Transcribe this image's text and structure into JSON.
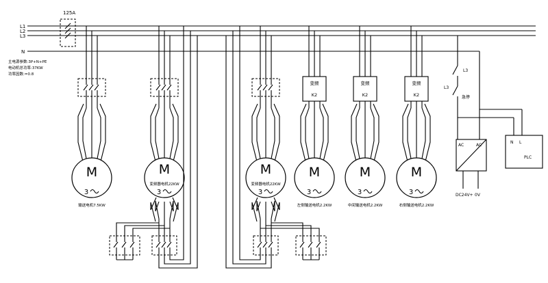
{
  "bus": {
    "l1": "L1",
    "l2": "L2",
    "l3": "L3",
    "n": "N"
  },
  "main_breaker": {
    "rating": "125A"
  },
  "notes": [
    "主电源参数:3P+N+PE",
    "电动机总功率:37KW",
    "功率因数:=0.8"
  ],
  "motors": [
    {
      "symbol": "M",
      "phase": "3",
      "label": "输送电机7.5KW"
    },
    {
      "symbol": "M",
      "phase": "3",
      "label": "变频器电机22KW"
    },
    {
      "symbol": "M",
      "phase": "3",
      "label": "变频器电机22KW"
    },
    {
      "symbol": "M",
      "phase": "3",
      "label": "左侧输送电机2.2KW"
    },
    {
      "symbol": "M",
      "phase": "3",
      "label": "中间输送电机2.2KW"
    },
    {
      "symbol": "M",
      "phase": "3",
      "label": "右侧输送电机2.2KW"
    }
  ],
  "contactors": [
    {
      "name": "变频",
      "id": "K2"
    },
    {
      "name": "变频",
      "id": "K2"
    },
    {
      "name": "变频",
      "id": "K2"
    }
  ],
  "control": {
    "switch_top_label": "L3",
    "switch_bottom_label": "L3",
    "estop_label": "急停",
    "psu_in_left": "AC",
    "psu_in_right": "AC",
    "psu_out_plus": "DC24V+",
    "psu_out_zero": "0V",
    "plc_n": "N",
    "plc_l": "L",
    "plc_name": "PLC"
  }
}
